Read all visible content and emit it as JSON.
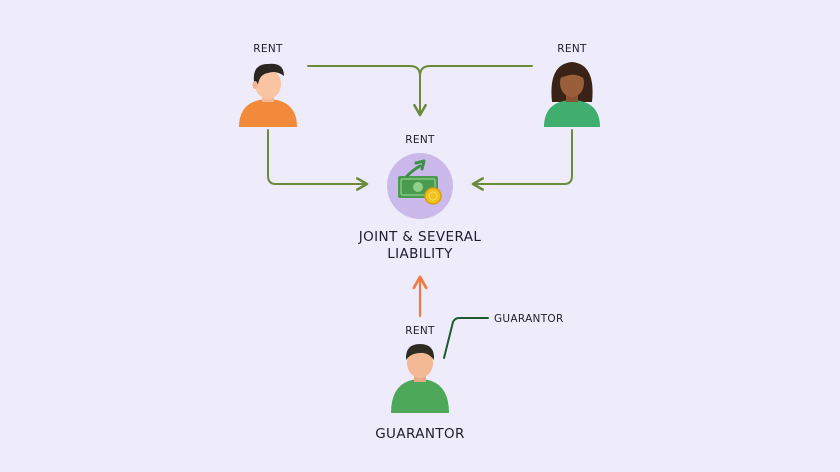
{
  "tenant_left": {
    "label": "RENT"
  },
  "tenant_right": {
    "label": "RENT"
  },
  "center": {
    "label": "RENT",
    "title_line1": "JOINT & SEVERAL",
    "title_line2": "LIABILITY"
  },
  "guarantor": {
    "label": "RENT",
    "callout": "GUARANTOR",
    "name": "GUARANTOR"
  },
  "colors": {
    "background": "#eeecfa",
    "connector": "#6b8a3a",
    "guarantor_arrow": "#ef7a45",
    "callout_line": "#1f5a2e",
    "tenant_left_shirt": "#f28a3c",
    "tenant_right_shirt": "#3fae6e",
    "guarantor_shirt": "#4ea85a",
    "center_circle": "#cbb9ec"
  },
  "icons": {
    "tenant_left": "person-male-icon",
    "tenant_right": "person-female-icon",
    "center": "money-icon",
    "guarantor": "person-guarantor-icon"
  }
}
